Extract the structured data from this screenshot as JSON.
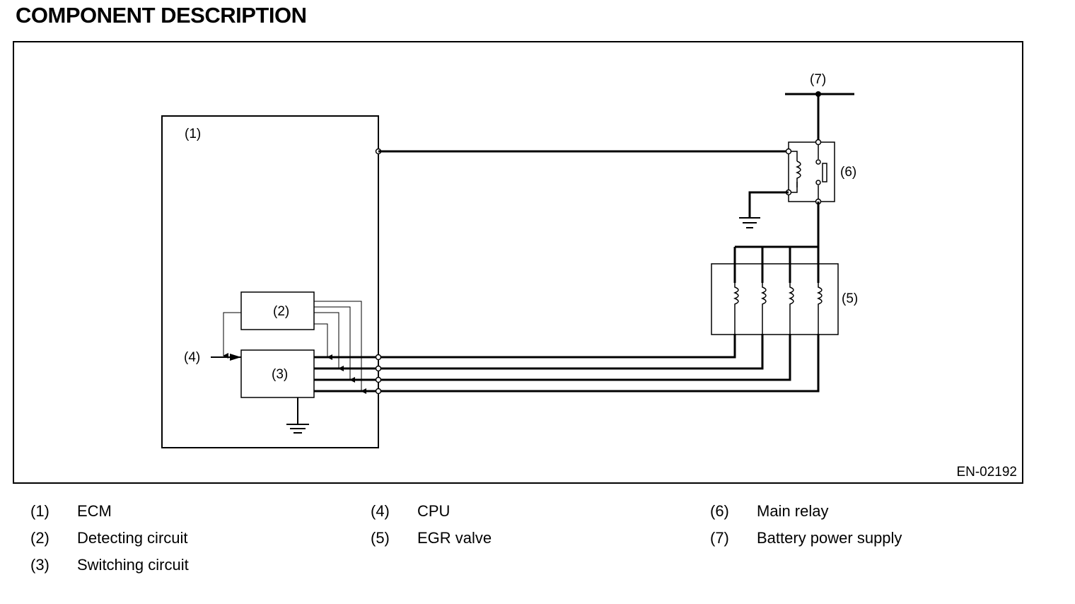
{
  "title": "COMPONENT DESCRIPTION",
  "figure_code": "EN-02192",
  "callouts": {
    "ecm": "(1)",
    "detecting_circuit": "(2)",
    "switching_circuit": "(3)",
    "cpu": "(4)",
    "egr_valve": "(5)",
    "main_relay": "(6)",
    "battery": "(7)"
  },
  "legend": [
    {
      "num": "(1)",
      "label": "ECM"
    },
    {
      "num": "(2)",
      "label": "Detecting circuit"
    },
    {
      "num": "(3)",
      "label": "Switching circuit"
    },
    {
      "num": "(4)",
      "label": "CPU"
    },
    {
      "num": "(5)",
      "label": "EGR valve"
    },
    {
      "num": "(6)",
      "label": "Main relay"
    },
    {
      "num": "(7)",
      "label": "Battery power supply"
    }
  ]
}
